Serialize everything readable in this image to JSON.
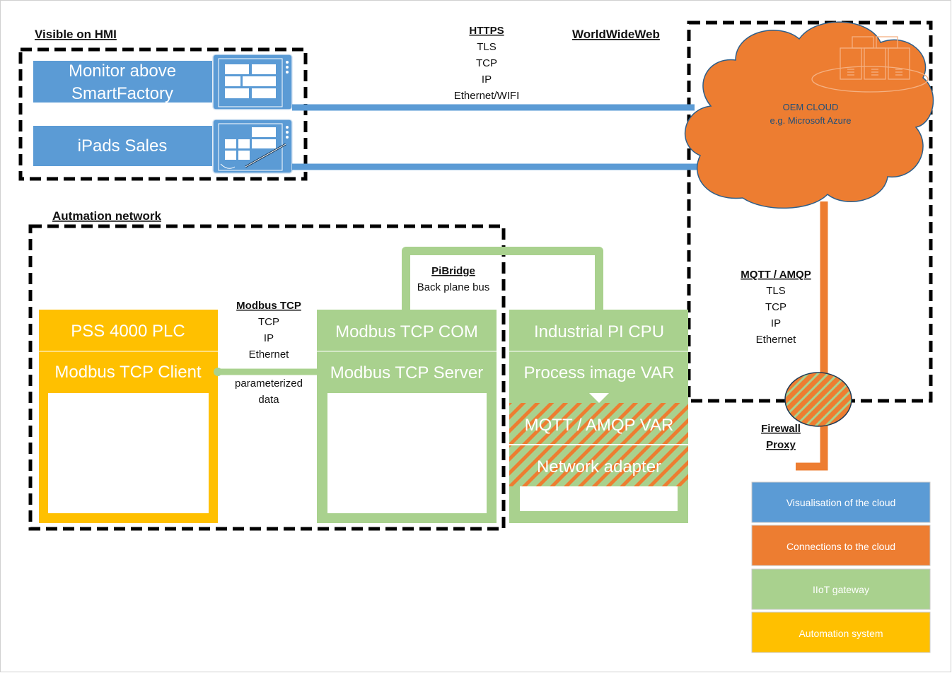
{
  "colors": {
    "blue": "#5b9bd5",
    "orange": "#ed7d31",
    "green": "#a9d18e",
    "yellow": "#ffc000",
    "dash": "#000000"
  },
  "icons": [
    "monitor-dashboard-icon",
    "tablet-pen-icon",
    "server-rack-icon"
  ],
  "sections": {
    "hmi": "Visible on HMI",
    "www": "WorldWideWeb",
    "automation": "Autmation network"
  },
  "hmi": {
    "monitor": [
      "Monitor above",
      "SmartFactory"
    ],
    "ipads": "iPads Sales"
  },
  "https_stack": {
    "title": "HTTPS",
    "layers": [
      "TLS",
      "TCP",
      "IP",
      "Ethernet/WIFI"
    ]
  },
  "cloud": {
    "line1": "OEM CLOUD",
    "line2": "e.g. Microsoft Azure"
  },
  "mqtt_stack": {
    "title": "MQTT / AMQP",
    "layers": [
      "TLS",
      "TCP",
      "IP",
      "Ethernet"
    ]
  },
  "firewall": [
    "Firewall",
    "Proxy"
  ],
  "pibridge": {
    "title": "PiBridge",
    "sub": "Back plane bus"
  },
  "modbus_stack": {
    "title": "Modbus TCP",
    "layers": [
      "TCP",
      "IP",
      "Ethernet"
    ],
    "note": [
      "parameterized",
      "data"
    ]
  },
  "plc": {
    "title": "PSS 4000 PLC",
    "client": "Modbus TCP Client"
  },
  "com": {
    "title": "Modbus TCP COM",
    "server": "Modbus TCP Server"
  },
  "cpu": {
    "title": "Industrial PI CPU",
    "process": "Process image VAR",
    "mqtt": "MQTT / AMQP VAR",
    "adapter": "Network adapter"
  },
  "legend": [
    {
      "label": "Visualisation of the cloud",
      "color": "#5b9bd5"
    },
    {
      "label": "Connections to the cloud",
      "color": "#ed7d31"
    },
    {
      "label": "IIoT gateway",
      "color": "#a9d18e"
    },
    {
      "label": "Automation system",
      "color": "#ffc000"
    }
  ]
}
